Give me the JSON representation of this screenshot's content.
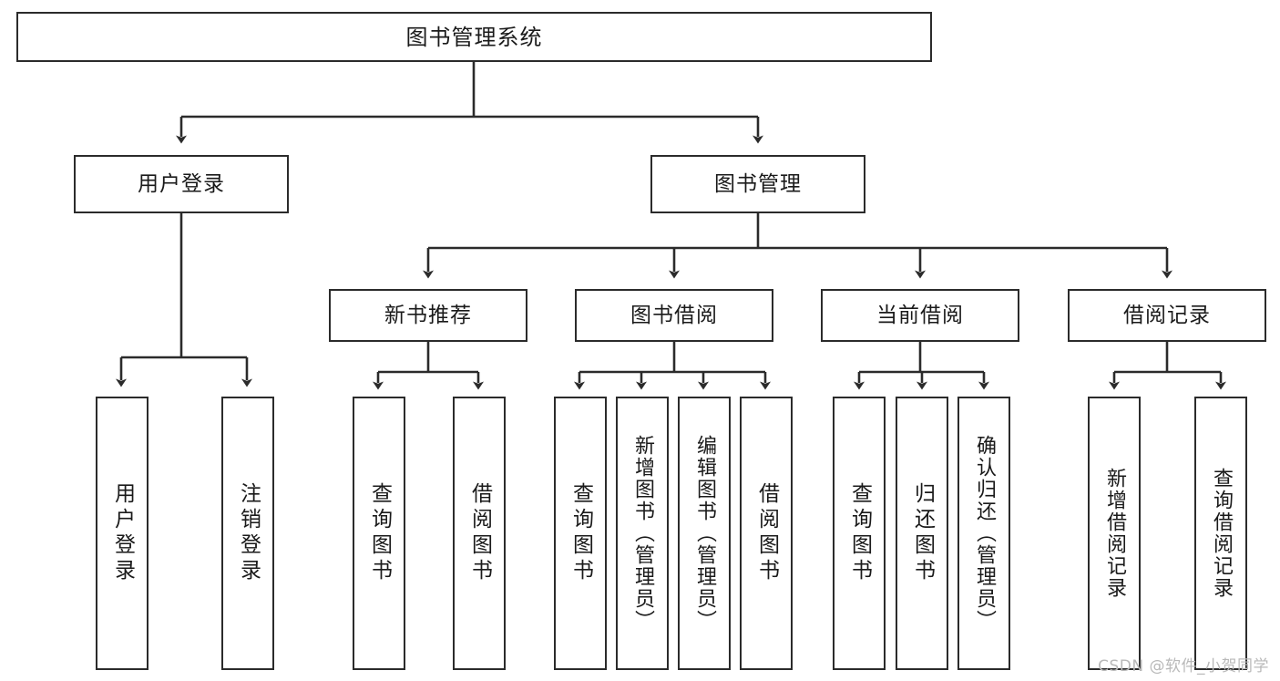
{
  "diagram": {
    "title": "图书管理系统",
    "type": "hierarchy-tree",
    "watermark": "CSDN @软件_小贺同学",
    "colors": {
      "stroke": "#2b2b2b",
      "fill": "#ffffff",
      "text": "#1a1a1a",
      "watermark": "#b9b9b9"
    },
    "levels": {
      "root": "图书管理系统",
      "level2": [
        "用户登录",
        "图书管理"
      ],
      "level3": [
        "新书推荐",
        "图书借阅",
        "当前借阅",
        "借阅记录"
      ],
      "level4": [
        "用户登录",
        "注销登录",
        "查询图书",
        "借阅图书",
        "查询图书",
        "新增图书（管理员）",
        "编辑图书（管理员）",
        "借阅图书",
        "查询图书",
        "归还图书",
        "确认归还（管理员）",
        "新增借阅记录",
        "查询借阅记录"
      ]
    },
    "nodes": {
      "root": {
        "label": "图书管理系统"
      },
      "user_login": {
        "label": "用户登录"
      },
      "book_manage": {
        "label": "图书管理"
      },
      "new_book_rec": {
        "label": "新书推荐"
      },
      "book_borrow": {
        "label": "图书借阅"
      },
      "current_borrow": {
        "label": "当前借阅"
      },
      "borrow_record": {
        "label": "借阅记录"
      },
      "leaf_user_login": {
        "label": "用户登录"
      },
      "leaf_user_logout": {
        "label": "注销登录"
      },
      "leaf_rec_query": {
        "label": "查询图书"
      },
      "leaf_rec_borrow": {
        "label": "借阅图书"
      },
      "leaf_borrow_query": {
        "label": "查询图书"
      },
      "leaf_borrow_add": {
        "label": "新增图书（管理员）"
      },
      "leaf_borrow_edit": {
        "label": "编辑图书（管理员）"
      },
      "leaf_borrow_lend": {
        "label": "借阅图书"
      },
      "leaf_cur_query": {
        "label": "查询图书"
      },
      "leaf_cur_return": {
        "label": "归还图书"
      },
      "leaf_cur_confirm": {
        "label": "确认归还（管理员）"
      },
      "leaf_rec_add": {
        "label": "新增借阅记录"
      },
      "leaf_rec_search": {
        "label": "查询借阅记录"
      }
    }
  }
}
